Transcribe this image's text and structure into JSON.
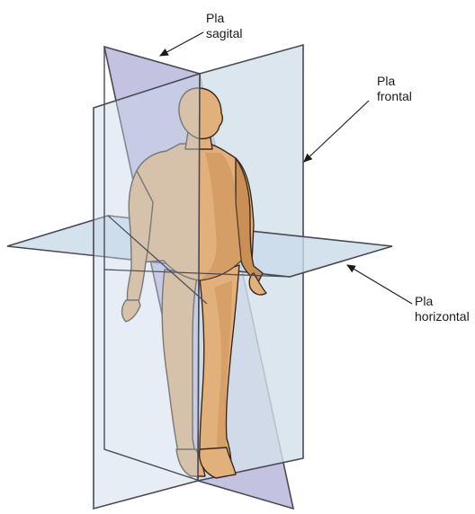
{
  "labels": {
    "sagittal": {
      "line1": "Pla",
      "line2": "sagital"
    },
    "frontal": {
      "line1": "Pla",
      "line2": "frontal"
    },
    "horizontal": {
      "line1": "Pla",
      "line2": "horizontal"
    }
  },
  "colors": {
    "sagittal_plane": "#b9b8dc",
    "frontal_plane": "#d3e0ea",
    "horizontal_plane": "#c9dbea",
    "plane_edge": "#4a4a55",
    "skin": "#e2b07b",
    "skin_shadow": "#c98f55",
    "outline": "#3a2a1e"
  }
}
